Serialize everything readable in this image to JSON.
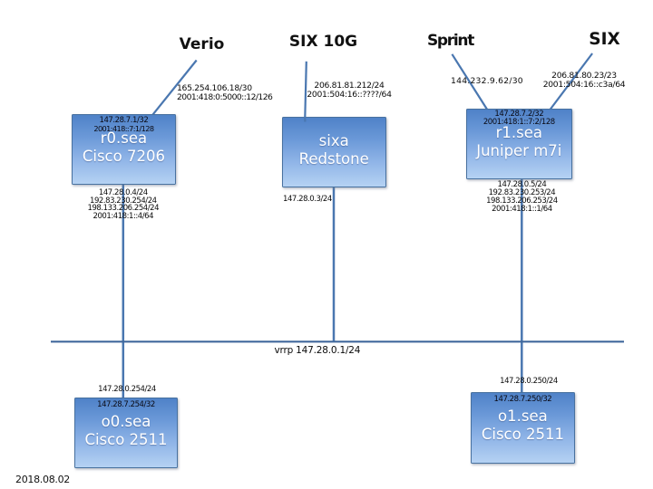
{
  "slide": {
    "date": "2018.08.02",
    "line_color": "#4a77b0",
    "box_top_color": "#4f82c8",
    "box_bottom_color": "#b5d2f3"
  },
  "providers": [
    {
      "label": "Verio",
      "link_ips": [
        "165.254.106.18/30",
        "2001:418:0:5000::12/126"
      ]
    },
    {
      "label": "SIX 10G",
      "link_ips": [
        "206.81.81.212/24",
        "2001:504:16::????/64"
      ]
    },
    {
      "label": "Sprint",
      "link_ips": [
        "144.232.9.62/30",
        ""
      ]
    },
    {
      "label": "SIX",
      "link_ips": [
        "206.81.80.23/23",
        "2001:504:16::c3a/64"
      ]
    }
  ],
  "routers": [
    {
      "name": "r0.sea",
      "model": "Cisco 7206",
      "loopbacks": [
        "147.28.7.1/32",
        "2001:418::7:1/128"
      ],
      "lan_ips": [
        "147.28.0.4/24",
        "192.83.230.254/24",
        "198.133.206.254/24",
        "2001:418:1::4/64"
      ]
    },
    {
      "name": "sixa",
      "model": "Redstone",
      "loopbacks": [],
      "lan_ips": [
        "147.28.0.3/24"
      ]
    },
    {
      "name": "r1.sea",
      "model": "Juniper m7i",
      "loopbacks": [
        "147.28.7.2/32",
        "2001:418:1::7:2/128"
      ],
      "lan_ips": [
        "147.28.0.5/24",
        "192.83.230.253/24",
        "198.133.206.253/24",
        "2001:418:1::1/64"
      ]
    },
    {
      "name": "o0.sea",
      "model": "Cisco 2511",
      "loopbacks": [
        "147.28.7.254/32"
      ],
      "lan_ips": [
        "147.28.0.254/24"
      ]
    },
    {
      "name": "o1.sea",
      "model": "Cisco 2511",
      "loopbacks": [
        "147.28.7.250/32"
      ],
      "lan_ips": [
        "147.28.0.250/24"
      ]
    }
  ],
  "bus": {
    "label": "vrrp 147.28.0.1/24"
  }
}
